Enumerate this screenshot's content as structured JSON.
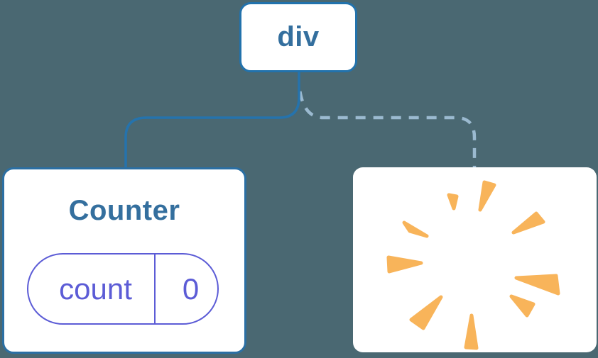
{
  "appearance": {
    "background": "#4A6872",
    "card_background": "#FFFFFF",
    "node_border_blue": "#2272AC",
    "node_text_blue": "#346F9E",
    "solid_connector_blue": "#2573AD",
    "dashed_connector_light_blue": "#9BBAD0",
    "state_accent_indigo": "#5C5CD6",
    "poof_orange": "#F8B45A"
  },
  "tree": {
    "root": {
      "label": "div"
    },
    "children": [
      {
        "title": "Counter",
        "state": {
          "key": "count",
          "value": "0"
        },
        "connector": "solid"
      },
      {
        "icon": "poof-burst-icon",
        "connector": "dashed"
      }
    ]
  }
}
